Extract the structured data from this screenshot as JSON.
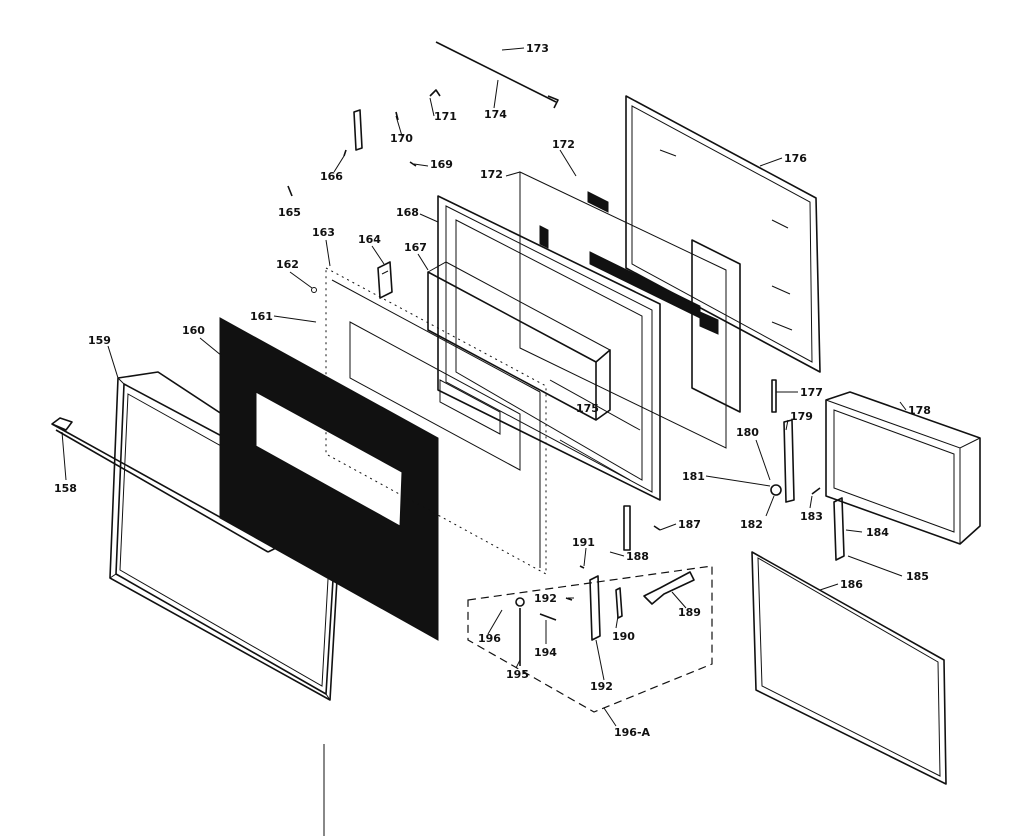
{
  "labels": {
    "l158": "158",
    "l159": "159",
    "l160": "160",
    "l161": "161",
    "l162": "162",
    "l163": "163",
    "l164": "164",
    "l165": "165",
    "l166": "166",
    "l167": "167",
    "l168": "168",
    "l169": "169",
    "l170": "170",
    "l171": "171",
    "l172a": "172",
    "l172b": "172",
    "l173": "173",
    "l174": "174",
    "l175": "175",
    "l176": "176",
    "l177": "177",
    "l178": "178",
    "l179": "179",
    "l180": "180",
    "l181": "181",
    "l182": "182",
    "l183": "183",
    "l184": "184",
    "l185": "185",
    "l186": "186",
    "l187": "187",
    "l188": "188",
    "l189": "189",
    "l190": "190",
    "l191": "191",
    "l192a": "192",
    "l192b": "192",
    "l194": "194",
    "l195": "195",
    "l196": "196",
    "l196a": "196-A"
  }
}
